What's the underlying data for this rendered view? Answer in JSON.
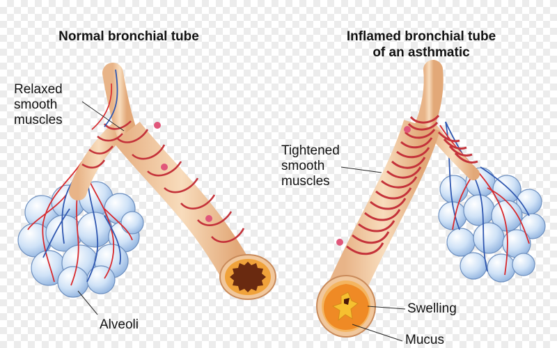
{
  "titles": {
    "normal": "Normal bronchial tube",
    "inflamed_line1": "Inflamed bronchial tube",
    "inflamed_line2": "of an asthmatic"
  },
  "labels": {
    "relaxed": [
      "Relaxed",
      "smooth",
      "muscles"
    ],
    "tightened": [
      "Tightened",
      "smooth",
      "muscles"
    ],
    "alveoli": "Alveoli",
    "swelling": "Swelling",
    "mucus": "Mucus"
  },
  "colors": {
    "tube": "#f3cba0",
    "tube_shadow": "#d9a070",
    "muscle": "#c4323a",
    "alveoli": "#bcd6f2",
    "alveoli_edge": "#6d8fbf",
    "vein": "#2f57b0",
    "artery": "#d8282c",
    "lumen_normal": "#6a2a10",
    "swelling": "#ef8a25",
    "mucus": "#f6c030"
  }
}
